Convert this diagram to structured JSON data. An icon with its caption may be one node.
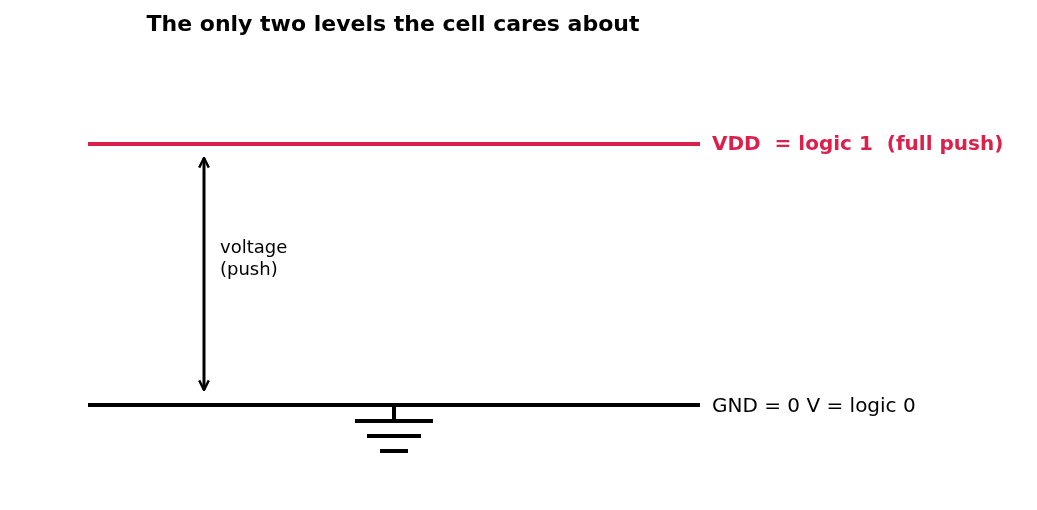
{
  "diagram": {
    "title": "The only two levels the cell cares about",
    "labels": [
      "VDD  = logic 1  (full push)",
      "voltage (push)",
      "GND = 0 V = logic 0"
    ]
  }
}
